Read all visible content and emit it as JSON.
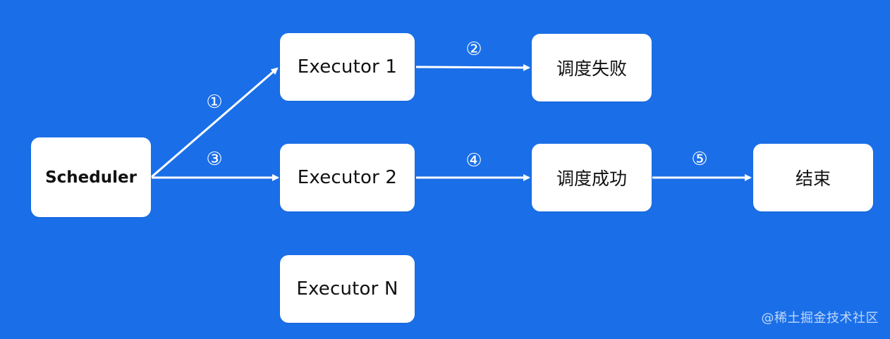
{
  "nodes": {
    "scheduler": "Scheduler",
    "executor1": "Executor 1",
    "executor2": "Executor 2",
    "executorN": "Executor N",
    "fail": "调度失败",
    "success": "调度成功",
    "end": "结束"
  },
  "steps": {
    "s1": "①",
    "s2": "②",
    "s3": "③",
    "s4": "④",
    "s5": "⑤"
  },
  "watermark": "@稀土掘金技术社区",
  "colors": {
    "background": "#1a6fe8",
    "node_fill": "#ffffff",
    "arrow": "#ffffff",
    "text": "#111111"
  }
}
